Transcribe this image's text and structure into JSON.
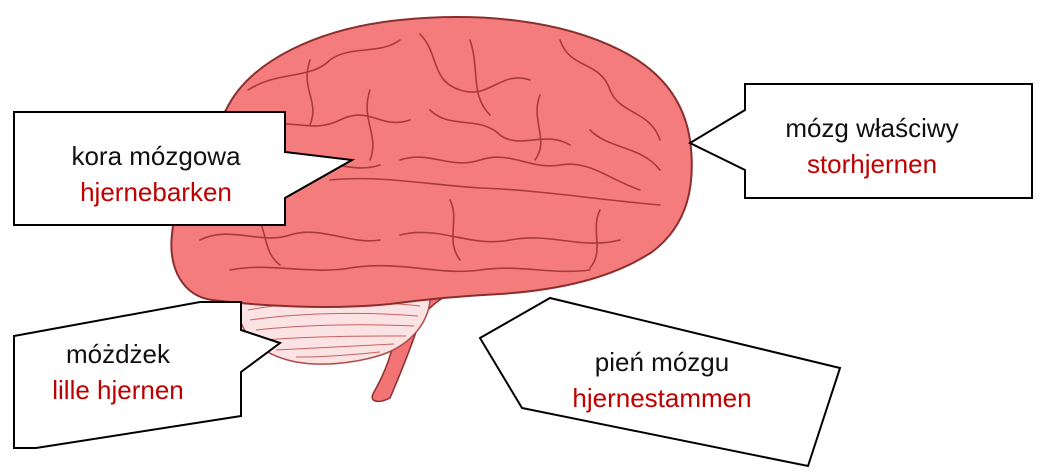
{
  "colors": {
    "brain_fill": "#f57c7c",
    "brain_outline": "#8a2e2e",
    "gyri_lines": "#a83a3a",
    "cerebellum_fill": "#fbe3e3",
    "brainstem_fill": "#f37474",
    "callout_border": "#000000",
    "callout_fill": "#ffffff",
    "polish_text": "#111111",
    "norwegian_text": "#c00000"
  },
  "labels": {
    "cortex": {
      "polish": "kora mózgowa",
      "norwegian": "hjernebarken"
    },
    "cerebrum": {
      "polish": "mózg właściwy",
      "norwegian": "storhjernen"
    },
    "cerebellum": {
      "polish": "móżdżek",
      "norwegian": "lille hjernen"
    },
    "brainstem": {
      "polish": "pień mózgu",
      "norwegian": "hjernestammen"
    }
  }
}
